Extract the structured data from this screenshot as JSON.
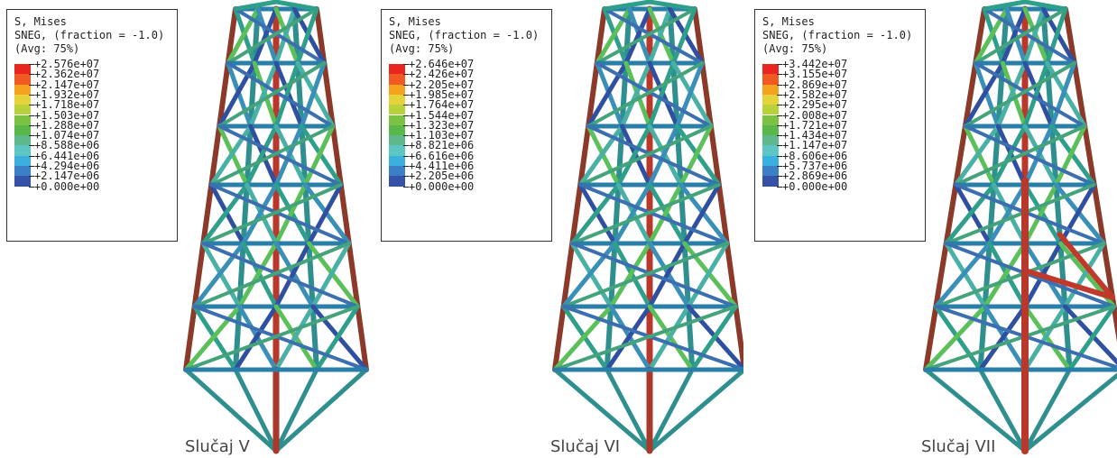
{
  "panels": [
    {
      "caption": "Slučaj V",
      "legend": {
        "line1": "S, Mises",
        "line2": "SNEG, (fraction = -1.0)",
        "line3": "(Avg: 75%)",
        "labels": [
          "+2.576e+07",
          "+2.362e+07",
          "+2.147e+07",
          "+1.932e+07",
          "+1.718e+07",
          "+1.503e+07",
          "+1.288e+07",
          "+1.074e+07",
          "+8.588e+06",
          "+6.441e+06",
          "+4.294e+06",
          "+2.147e+06",
          "+0.000e+00"
        ]
      }
    },
    {
      "caption": "Slučaj VI",
      "legend": {
        "line1": "S, Mises",
        "line2": "SNEG, (fraction = -1.0)",
        "line3": "(Avg: 75%)",
        "labels": [
          "+2.646e+07",
          "+2.426e+07",
          "+2.205e+07",
          "+1.985e+07",
          "+1.764e+07",
          "+1.544e+07",
          "+1.323e+07",
          "+1.103e+07",
          "+8.821e+06",
          "+6.616e+06",
          "+4.411e+06",
          "+2.205e+06",
          "+0.000e+00"
        ]
      }
    },
    {
      "caption": "Slučaj VII",
      "legend": {
        "line1": "S, Mises",
        "line2": "SNEG, (fraction = -1.0)",
        "line3": "(Avg: 75%)",
        "labels": [
          "+3.442e+07",
          "+3.155e+07",
          "+2.869e+07",
          "+2.582e+07",
          "+2.295e+07",
          "+2.008e+07",
          "+1.721e+07",
          "+1.434e+07",
          "+1.147e+07",
          "+8.606e+06",
          "+5.737e+06",
          "+2.869e+06",
          "+0.000e+00"
        ]
      }
    }
  ],
  "colorbar": [
    "#e8251f",
    "#f05a22",
    "#f5a21f",
    "#e6d23a",
    "#b9d23a",
    "#7cc242",
    "#5ab84a",
    "#5fb88c",
    "#5cc6c4",
    "#3ab0e0",
    "#3a7fc8",
    "#3552a8"
  ]
}
